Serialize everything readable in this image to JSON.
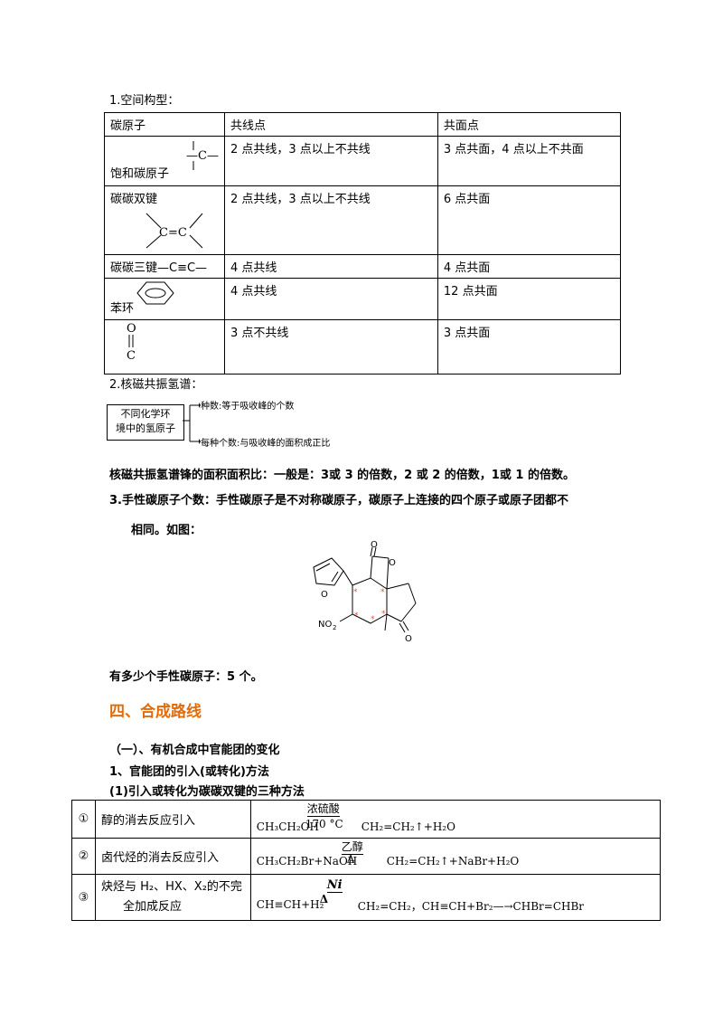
{
  "section1": {
    "heading": "1.空间构型：",
    "table": {
      "headers": [
        "碳原子",
        "共线点",
        "共面点"
      ],
      "rows": [
        {
          "label": "饱和碳原子",
          "formula": "—C—",
          "collinear": "2 点共线，3 点以上不共线",
          "coplanar": "3 点共面，4 点以上不共面"
        },
        {
          "label": "碳碳双键",
          "formula": "C=C",
          "collinear": "2 点共线，3 点以上不共线",
          "coplanar": "6 点共面"
        },
        {
          "label": "碳碳三键—C≡C—",
          "formula": "",
          "collinear": "4 点共线",
          "coplanar": "4 点共面"
        },
        {
          "label": "苯环",
          "formula": "",
          "collinear": "4 点共线",
          "coplanar": "12 点共面"
        },
        {
          "label": "",
          "formula_top": "O",
          "formula_bottom": "C",
          "collinear": "3 点不共线",
          "coplanar": "3 点共面"
        }
      ]
    }
  },
  "section2": {
    "heading": "2.核磁共振氢谱：",
    "box_line1": "不同化学环",
    "box_line2": "境中的氢原子",
    "arrow_top": "种数:等于吸收峰的个数",
    "arrow_bottom": "每种个数:与吸收峰的面积成正比",
    "ratio_text": "核磁共振氢谱锋的面积面积比：一般是：3或 3 的倍数，2 或 2 的倍数，1或 1 的倍数。"
  },
  "section3": {
    "line1": "3.手性碳原子个数：手性碳原子是不对称碳原子，碳原子上连接的四个原子或原子团都不",
    "line2": "相同。如图：",
    "no2_label": "NO",
    "no2_sub": "2",
    "star": "*",
    "answer": "有多少个手性碳原子：5 个。"
  },
  "section4": {
    "title": "四、合成路线",
    "sub1": "（一）、有机合成中官能团的变化",
    "sub2": "1、官能团的引入(或转化)方法",
    "sub3": "(1)引入或转化为碳碳双键的三种方法",
    "methods": [
      {
        "num": "①",
        "name": "醇的消去反应引入",
        "cond_top": "浓硫酸",
        "cond_bottom": "170 °C",
        "left": "CH₃CH₂OH",
        "right": "CH₂=CH₂↑+H₂O"
      },
      {
        "num": "②",
        "name": "卤代烃的消去反应引入",
        "cond_top": "乙醇",
        "cond_bottom": "Δ",
        "left": "CH₃CH₂Br+NaOH",
        "right": "CH₂=CH₂↑+NaBr+H₂O"
      },
      {
        "num": "③",
        "name_line1": "炔烃与 H₂、HX、X₂的不完",
        "name_line2": "全加成反应",
        "cond_top": "Ni",
        "cond_bottom": "Δ",
        "left": "CH≡CH+H₂",
        "right": "CH₂=CH₂，CH≡CH+Br₂—→CHBr=CHBr"
      }
    ]
  }
}
